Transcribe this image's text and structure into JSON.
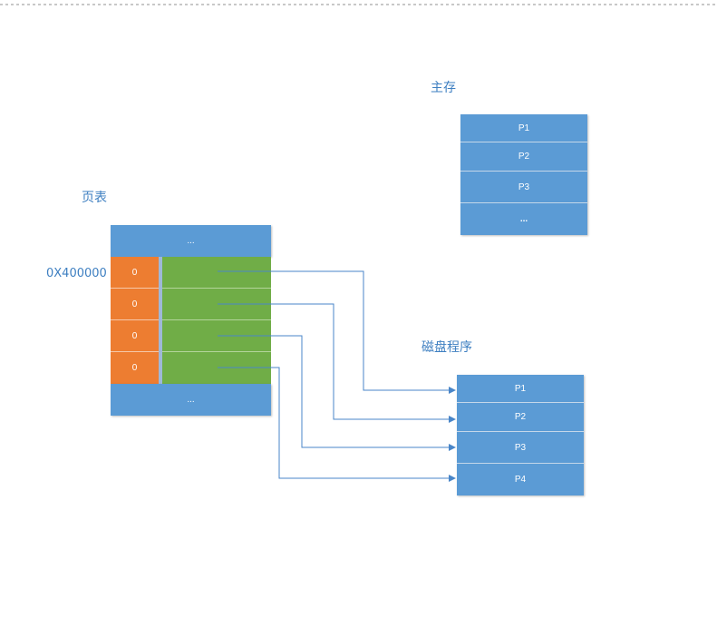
{
  "labels": {
    "main_memory": "主存",
    "page_table": "页表",
    "address": "0X400000",
    "disk_program": "磁盘程序"
  },
  "main_memory": {
    "cells": [
      "P1",
      "P2",
      "P3",
      "..."
    ]
  },
  "page_table": {
    "top_label": "...",
    "rows": [
      {
        "flag": "0"
      },
      {
        "flag": "0"
      },
      {
        "flag": "0"
      },
      {
        "flag": "0"
      }
    ],
    "bottom_label": "..."
  },
  "disk_program": {
    "cells": [
      "P1",
      "P2",
      "P3",
      "P4"
    ]
  },
  "colors": {
    "block": "#5b9bd5",
    "flag": "#ed7d31",
    "entry": "#70ad47",
    "label_text": "#3e7fc1",
    "arrow": "#4a86c8"
  }
}
